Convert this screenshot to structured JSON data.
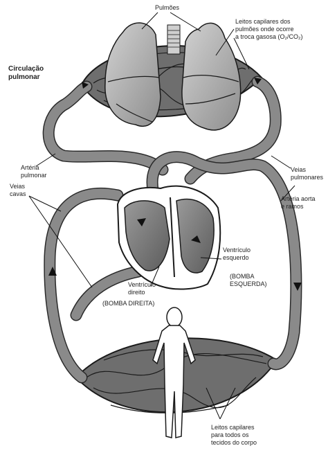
{
  "labels": {
    "lungs": "Pulmões",
    "capillary_lungs": [
      "Leitos capilares dos",
      "pulmões onde ocorre",
      "a troca gasosa (O₂/CO₂)"
    ],
    "pulmonary_circulation": [
      "Circulação",
      "pulmonar"
    ],
    "pulmonary_artery": [
      "Artéria",
      "pulmonar"
    ],
    "pulmonary_veins": [
      "Veias",
      "pulmonares"
    ],
    "vena_cava": [
      "Veias",
      "cavas"
    ],
    "aorta": [
      "Artéria aorta",
      "e ramos"
    ],
    "left_ventricle": [
      "Ventrículo",
      "esquerdo"
    ],
    "left_pump": [
      "(BOMBA",
      "ESQUERDA)"
    ],
    "right_ventricle": [
      "Ventrículo",
      "direito"
    ],
    "right_pump": "(BOMBA DIREITA)",
    "capillary_body": [
      "Leitos capilares",
      "para todos os",
      "tecidos do corpo"
    ]
  },
  "colors": {
    "vessel": "#8a8a8a",
    "vessel_outline": "#2a2a2a",
    "lung": "#b4b4b4",
    "background": "#ffffff"
  }
}
